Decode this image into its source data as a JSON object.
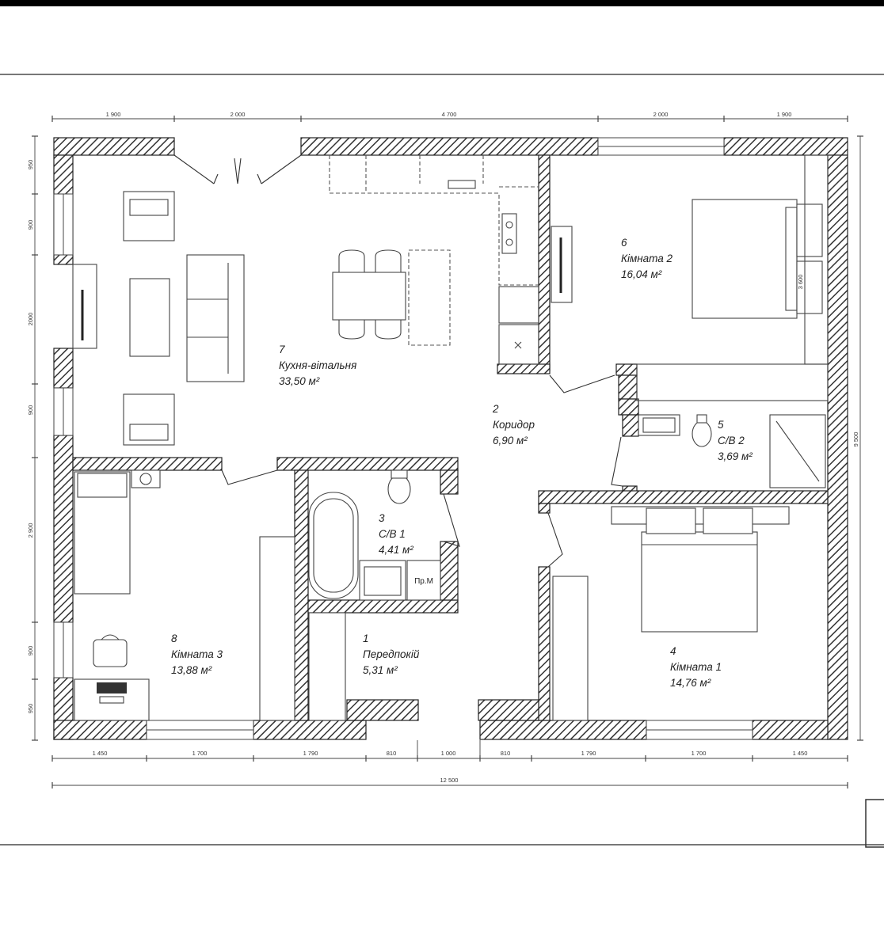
{
  "plan": {
    "rooms": [
      {
        "num": "1",
        "name": "Передпокій",
        "area": "5,31 м²"
      },
      {
        "num": "2",
        "name": "Коридор",
        "area": "6,90 м²"
      },
      {
        "num": "3",
        "name": "С/В 1",
        "area": "4,41 м²"
      },
      {
        "num": "4",
        "name": "Кімната 1",
        "area": "14,76 м²"
      },
      {
        "num": "5",
        "name": "С/В 2",
        "area": "3,69 м²"
      },
      {
        "num": "6",
        "name": "Кімната 2",
        "area": "16,04 м²"
      },
      {
        "num": "7",
        "name": "Кухня-вітальня",
        "area": "33,50 м²"
      },
      {
        "num": "8",
        "name": "Кімната 3",
        "area": "13,88 м²"
      }
    ],
    "dims_top": [
      "1 900",
      "2 000",
      "4 700",
      "2 000",
      "1 900"
    ],
    "dims_bottom": [
      "1 450",
      "1 700",
      "1 790",
      "810",
      "1 000",
      "810",
      "1 790",
      "1 700",
      "1 450"
    ],
    "dim_total_bottom": "12 500",
    "dims_left": [
      "950",
      "900",
      "2000",
      "900",
      "2 900",
      "900",
      "950"
    ],
    "dim_total_right": "9 500",
    "dim_closet": "3 600",
    "fixture_label": "Пр.М"
  }
}
